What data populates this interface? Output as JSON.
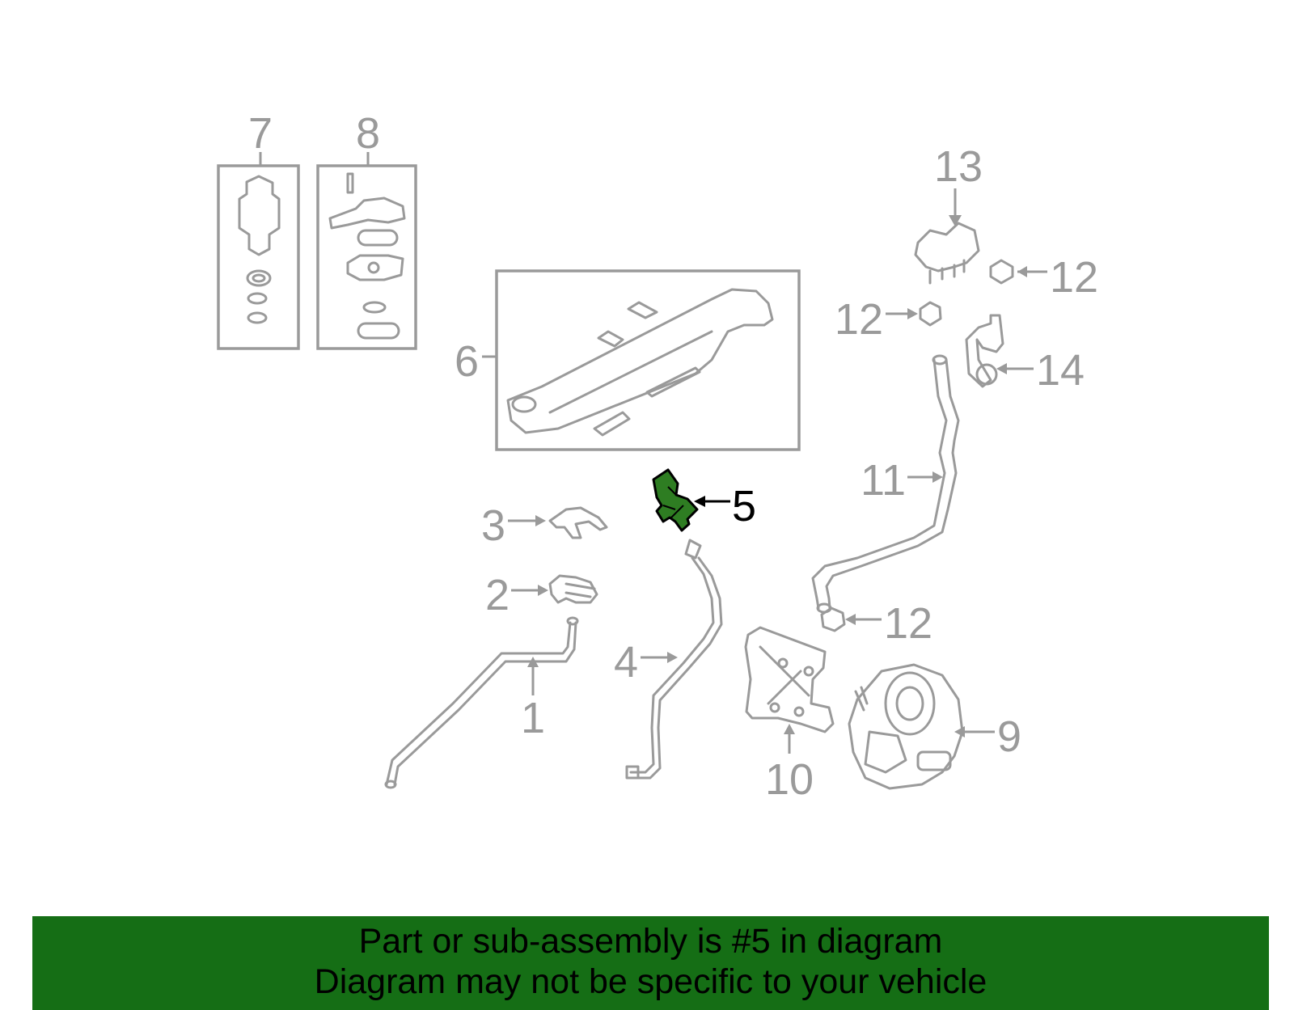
{
  "diagram": {
    "highlight_color": "#2e7d22",
    "highlighted_part": "5",
    "labels": [
      {
        "id": "7",
        "text": "7"
      },
      {
        "id": "8",
        "text": "8"
      },
      {
        "id": "13",
        "text": "13"
      },
      {
        "id": "12a",
        "text": "12"
      },
      {
        "id": "12b",
        "text": "12"
      },
      {
        "id": "6",
        "text": "6"
      },
      {
        "id": "14",
        "text": "14"
      },
      {
        "id": "11",
        "text": "11"
      },
      {
        "id": "5",
        "text": "5"
      },
      {
        "id": "3",
        "text": "3"
      },
      {
        "id": "2",
        "text": "2"
      },
      {
        "id": "12c",
        "text": "12"
      },
      {
        "id": "4",
        "text": "4"
      },
      {
        "id": "9",
        "text": "9"
      },
      {
        "id": "1",
        "text": "1"
      },
      {
        "id": "10",
        "text": "10"
      }
    ]
  },
  "banner": {
    "background": "#156e15",
    "line1": "Part or sub-assembly is #5 in diagram",
    "line2": "Diagram may not be specific to your vehicle"
  }
}
